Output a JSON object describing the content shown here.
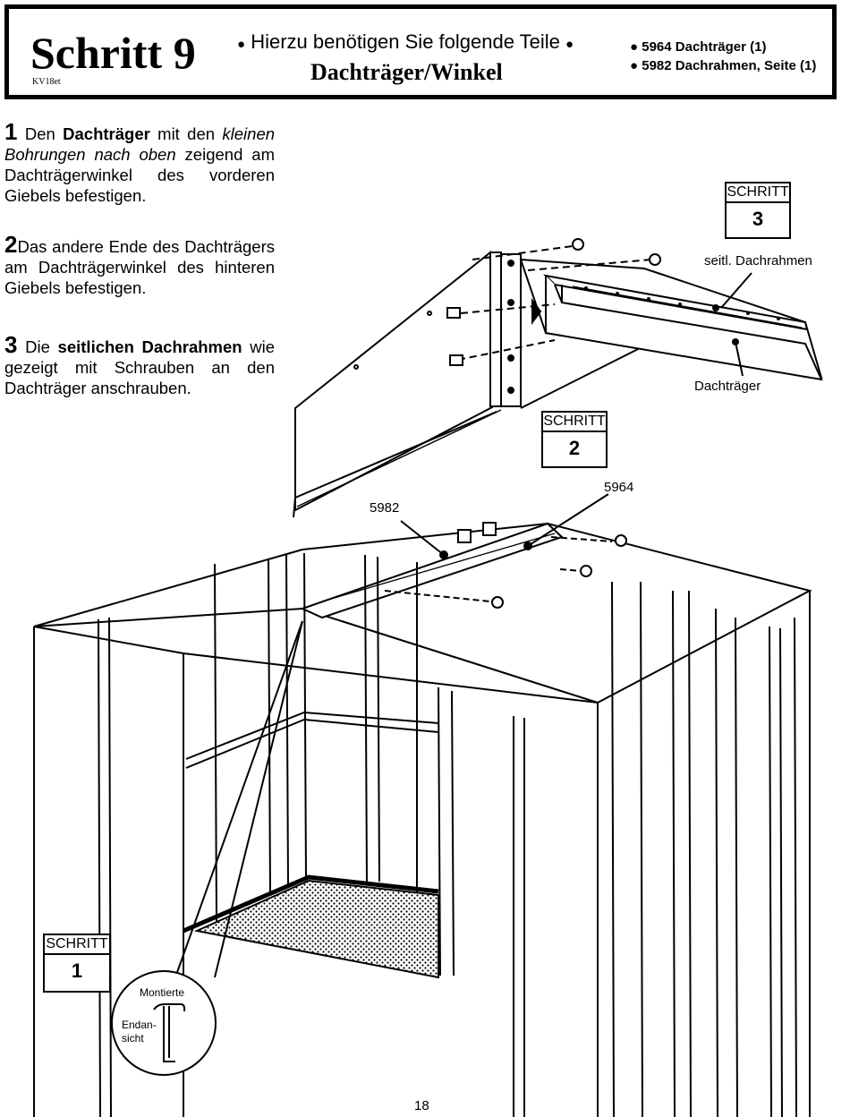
{
  "header": {
    "title": "Schritt 9",
    "code": "KV18et",
    "parts_intro": "Hierzu benötigen Sie folgende Teile",
    "parts_sub": "Dachträger/Winkel",
    "parts": [
      "5964 Dachträger (1)",
      "5982 Dachrahmen, Seite (1)"
    ]
  },
  "instructions": [
    {
      "num": "1",
      "pre": "Den ",
      "bold": "Dachträger",
      "mid": " mit den ",
      "italic": "kleinen Bohrungen nach oben",
      "post": " zeigend am Dachträgerwinkel des vorderen Giebels befestigen."
    },
    {
      "num": "2",
      "text": "Das andere Ende des Dachträgers am Dachträgerwinkel des hinteren Giebels befestigen."
    },
    {
      "num": "3",
      "pre": "Die ",
      "bold": "seitlichen Dachrahmen",
      "post": " wie gezeigt mit Schrauben an den Dachträger anschrauben."
    }
  ],
  "step_boxes": {
    "label": "SCHRITT",
    "s3": "3",
    "s2": "2",
    "s1": "1"
  },
  "callouts": {
    "side_frame": "seitl. Dachrahmen",
    "beam": "Dachträger",
    "part_5982": "5982",
    "part_5964": "5964",
    "mounted": "Montierte",
    "end_view_1": "Endan-",
    "end_view_2": "sicht"
  },
  "page_number": "18"
}
